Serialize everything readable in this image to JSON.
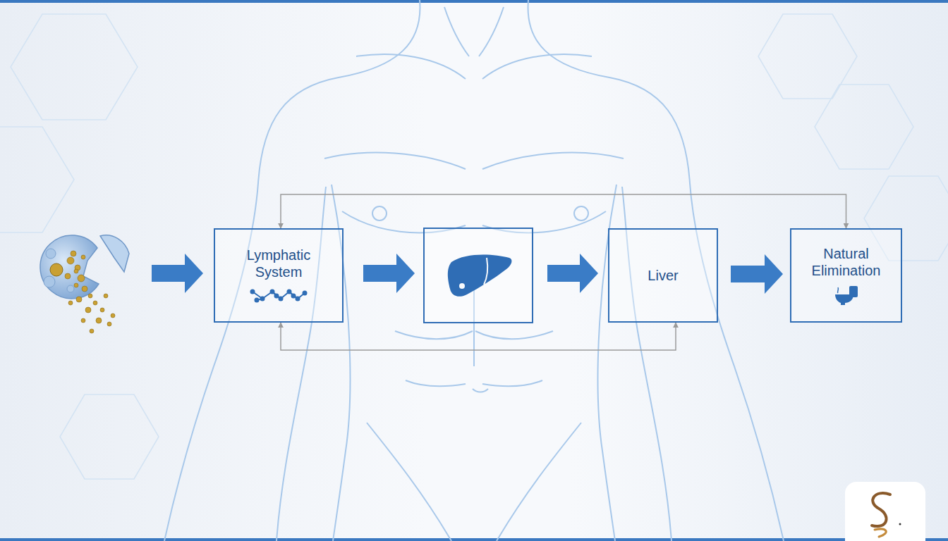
{
  "diagram": {
    "nodes": [
      {
        "text": [
          "Lymphatic System"
        ]
      },
      {
        "text": [
          "Liver"
        ]
      },
      {
        "text": [
          "Natural Elimination"
        ]
      }
    ],
    "edges": [
      {
        "from": 0,
        "to": 2,
        "arrow": "both"
      },
      {
        "from": 0,
        "to": 1,
        "arrow": "both"
      },
      {
        "from": 1,
        "to": 2,
        "arrow": "to"
      }
    ]
  }
}
